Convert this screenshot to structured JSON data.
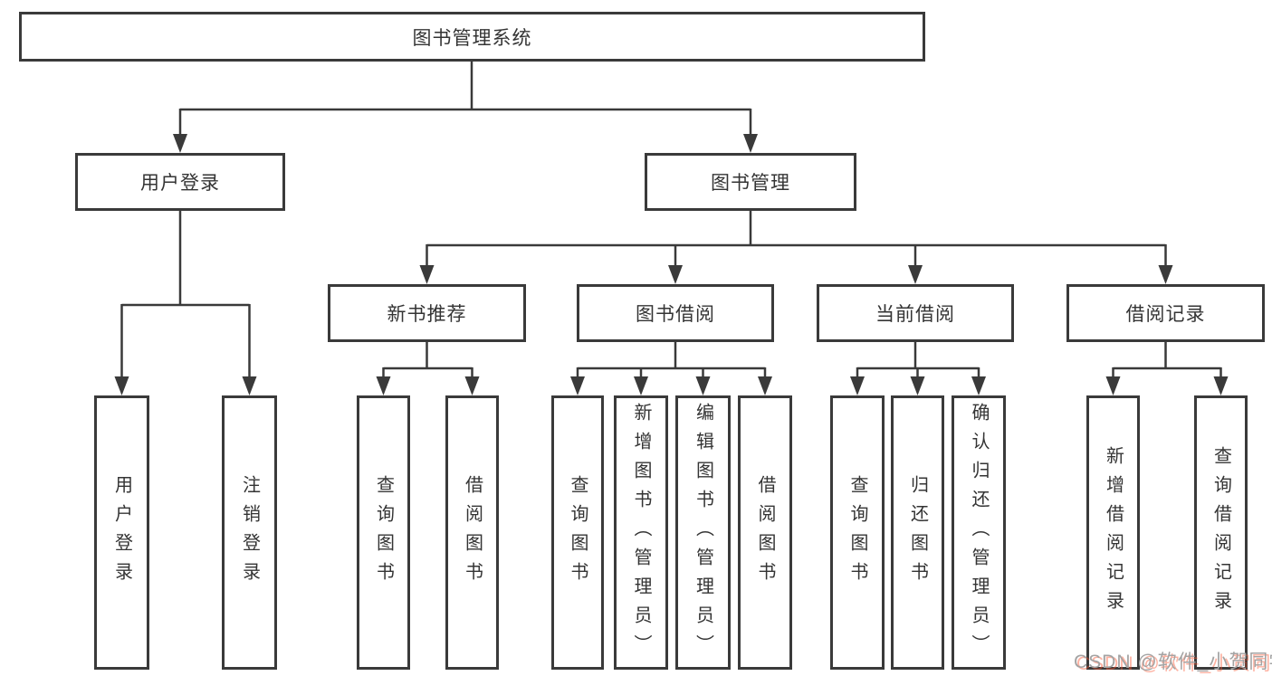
{
  "diagram": {
    "title_node": {
      "label": "图书管理系统"
    },
    "level2": [
      {
        "id": "user-login",
        "label": "用户登录"
      },
      {
        "id": "book-management",
        "label": "图书管理"
      }
    ],
    "level3": [
      {
        "id": "new-book-recommend",
        "parent": "book-management",
        "label": "新书推荐"
      },
      {
        "id": "book-borrowing",
        "parent": "book-management",
        "label": "图书借阅"
      },
      {
        "id": "current-borrowing",
        "parent": "book-management",
        "label": "当前借阅"
      },
      {
        "id": "borrowing-records",
        "parent": "book-management",
        "label": "借阅记录"
      }
    ],
    "leaves": [
      {
        "parent": "user-login",
        "label": "用户登录"
      },
      {
        "parent": "user-login",
        "label": "注销登录"
      },
      {
        "parent": "new-book-recommend",
        "label": "查询图书"
      },
      {
        "parent": "new-book-recommend",
        "label": "借阅图书"
      },
      {
        "parent": "book-borrowing",
        "label": "查询图书"
      },
      {
        "parent": "book-borrowing",
        "label": "新增图书（管理员）"
      },
      {
        "parent": "book-borrowing",
        "label": "编辑图书（管理员）"
      },
      {
        "parent": "book-borrowing",
        "label": "借阅图书"
      },
      {
        "parent": "current-borrowing",
        "label": "查询图书"
      },
      {
        "parent": "current-borrowing",
        "label": "归还图书"
      },
      {
        "parent": "current-borrowing",
        "label": "确认归还（管理员）"
      },
      {
        "parent": "borrowing-records",
        "label": "新增借阅记录"
      },
      {
        "parent": "borrowing-records",
        "label": "查询借阅记录"
      }
    ]
  },
  "watermark": {
    "text": "CSDN @软件_小贺同学"
  },
  "colors": {
    "line": "#3a3a3a",
    "text": "#343434",
    "background": "#ffffff",
    "watermark_gray": "#a3a3a3",
    "watermark_shadow": "#fc5531"
  }
}
